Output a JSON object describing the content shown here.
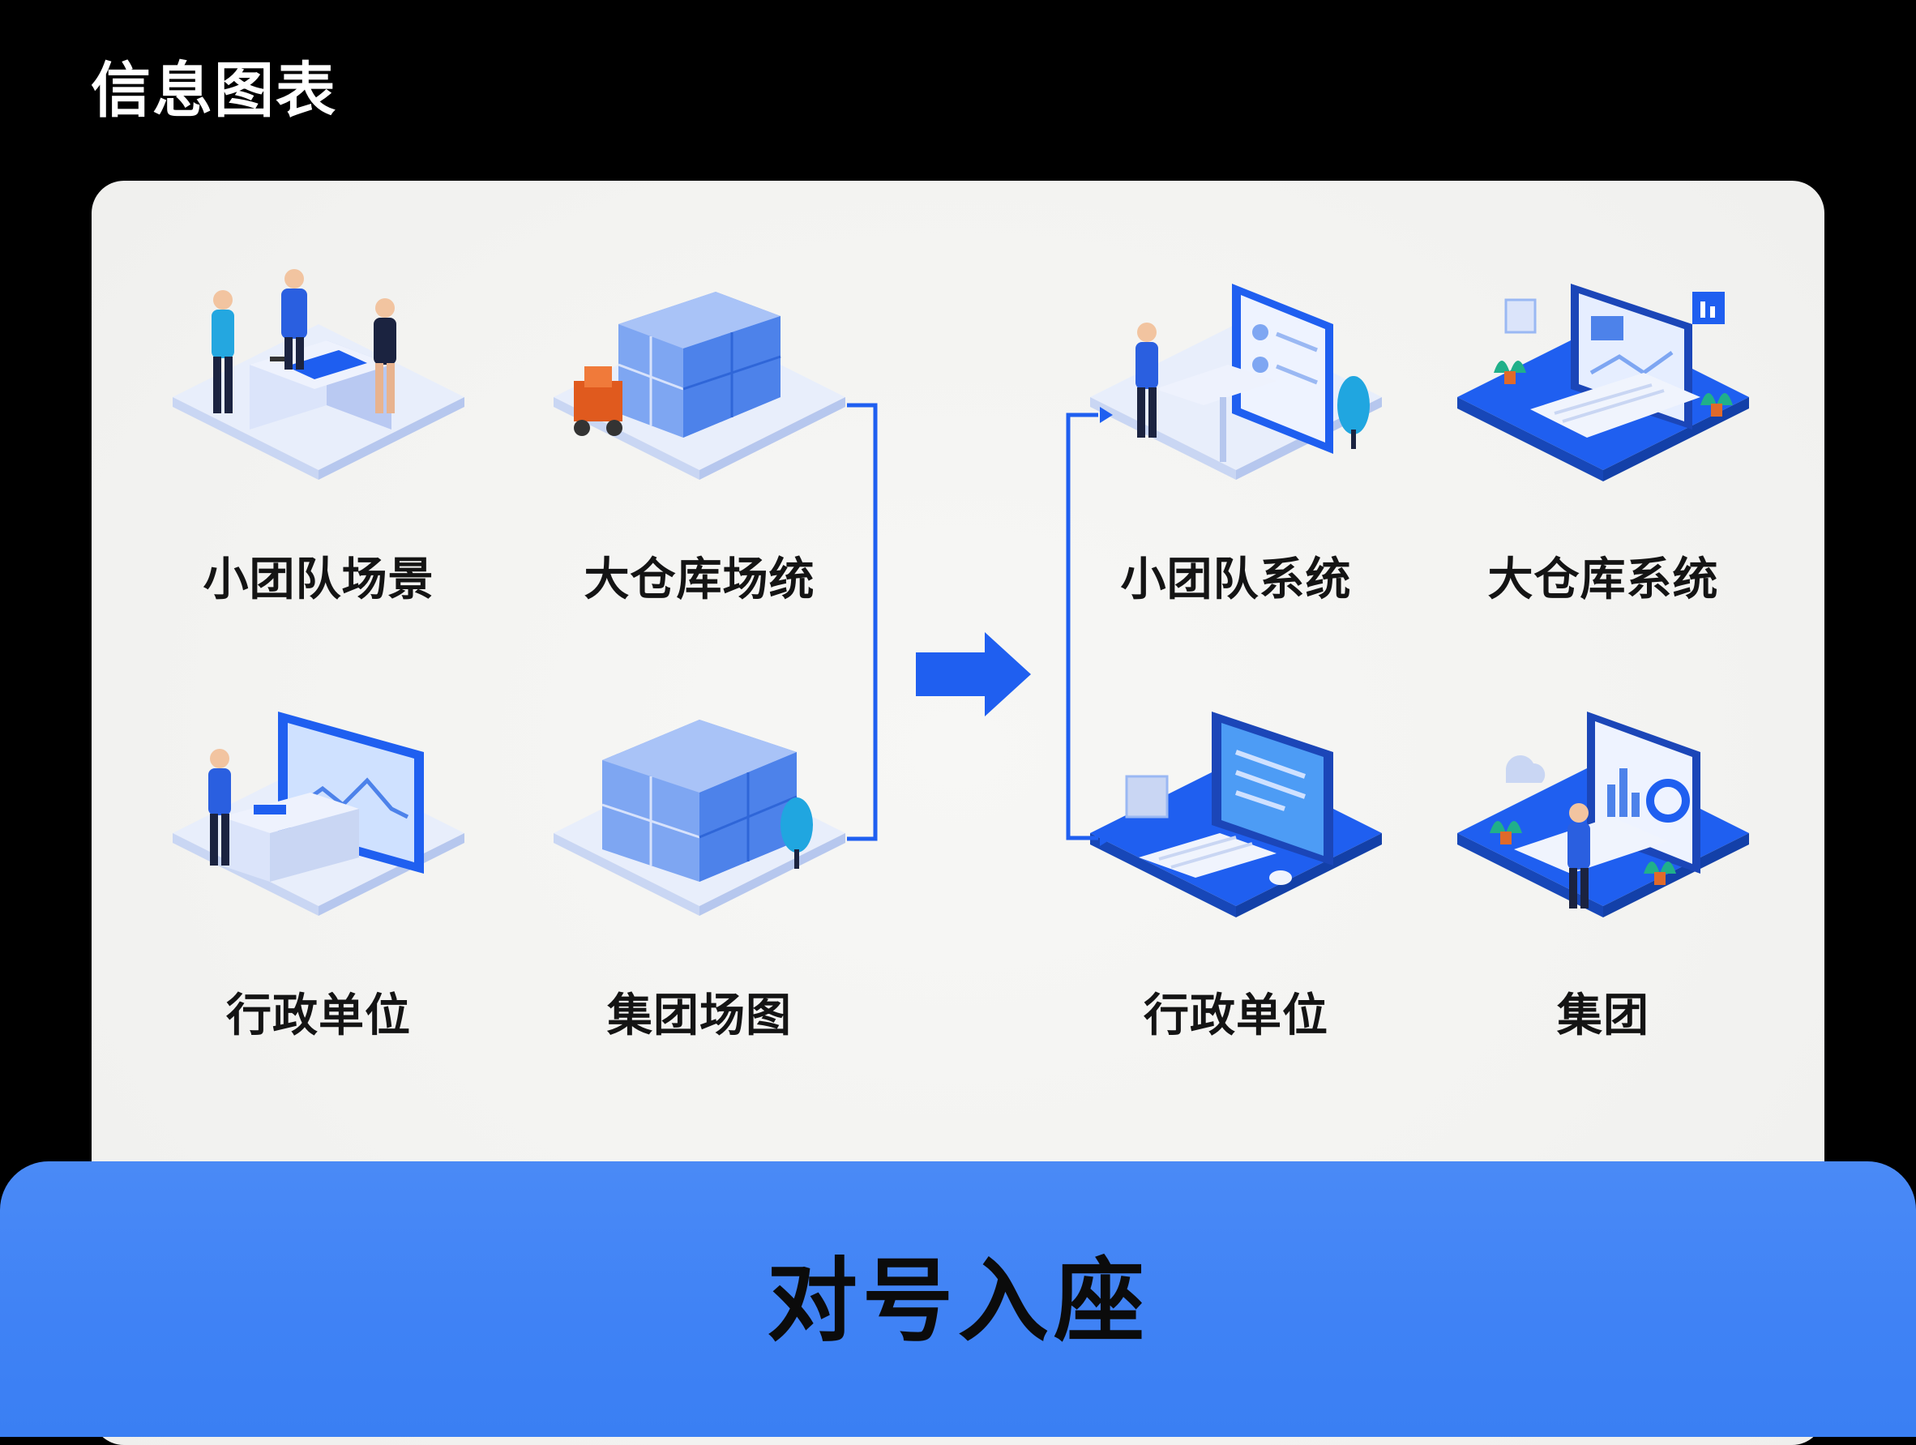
{
  "header": {
    "title": "信息图表"
  },
  "scenes": [
    {
      "label": "小团队场景",
      "icon": "team-meeting-icon"
    },
    {
      "label": "大仓库场统",
      "icon": "warehouse-forklift-icon"
    },
    {
      "label": "行政单位",
      "icon": "admin-workstation-icon"
    },
    {
      "label": "集团场图",
      "icon": "server-cubes-icon"
    }
  ],
  "systems": [
    {
      "label": "小团队系统",
      "icon": "monitor-desk-icon"
    },
    {
      "label": "大仓库系统",
      "icon": "laptop-dashboard-icon"
    },
    {
      "label": "行政单位",
      "icon": "desktop-computer-icon"
    },
    {
      "label": "集团",
      "icon": "analytics-screen-icon"
    }
  ],
  "footer": {
    "title": "对号入座"
  },
  "colors": {
    "accent": "#1f5ff0",
    "banner": "#4285f4",
    "background": "#000000",
    "card": "#f4f4f2"
  }
}
